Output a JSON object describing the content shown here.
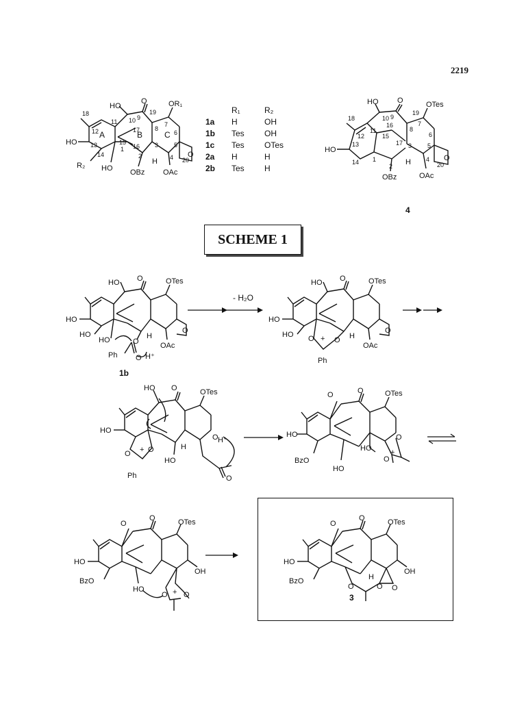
{
  "page_number": "2219",
  "scheme_title": "SCHEME 1",
  "substituent_table": {
    "headers": [
      "",
      "R₁",
      "R₂"
    ],
    "rows": [
      [
        "1a",
        "H",
        "OH"
      ],
      [
        "1b",
        "Tes",
        "OH"
      ],
      [
        "1c",
        "Tes",
        "OTes"
      ],
      [
        "2a",
        "H",
        "H"
      ],
      [
        "2b",
        "Tes",
        "H"
      ]
    ]
  },
  "compound_labels": {
    "top_right": "4",
    "row1_left": "1b",
    "product": "3"
  },
  "arrow_labels": {
    "dehydration": "- H₂O"
  },
  "groups": {
    "ho": "HO",
    "ho_right": "OH",
    "otes": "OTes",
    "oac": "OAc",
    "obz": "OBz",
    "bzo": "BzO",
    "or1": "OR₁",
    "r2": "R₂",
    "ph": "Ph",
    "hplus": "H⁺",
    "h": "H",
    "o": "O",
    "plus": "+",
    "ring_a": "A",
    "ring_b": "B",
    "ring_c": "C"
  },
  "atom_numbers_1": [
    "18",
    "10",
    "9",
    "19",
    "7",
    "6",
    "5",
    "11",
    "12",
    "13",
    "15",
    "17",
    "16",
    "8",
    "3",
    "14",
    "1",
    "2",
    "4",
    "20"
  ],
  "atom_numbers_4": [
    "18",
    "10",
    "9",
    "19",
    "7",
    "6",
    "5",
    "12",
    "11",
    "13",
    "14",
    "1",
    "2",
    "16",
    "15",
    "17",
    "8",
    "3",
    "4",
    "20"
  ]
}
